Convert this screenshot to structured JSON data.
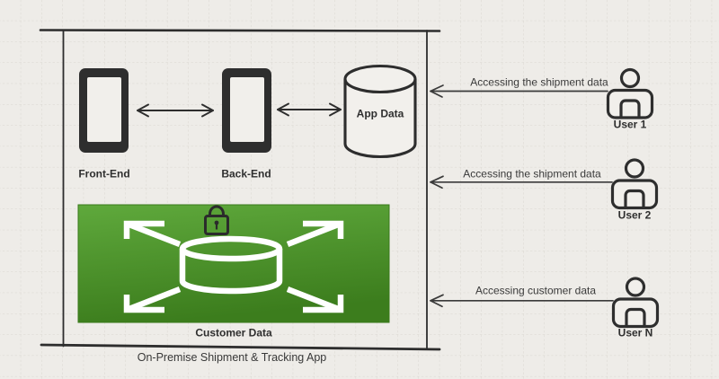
{
  "diagram": {
    "caption": "On-Premise Shipment & Tracking App",
    "nodes": {
      "front_end": {
        "label": "Front-End",
        "icon": "tablet-device-icon"
      },
      "back_end": {
        "label": "Back-End",
        "icon": "tablet-device-icon"
      },
      "app_data": {
        "label": "App Data",
        "icon": "database-cylinder-icon"
      },
      "customer_data": {
        "label": "Customer Data",
        "icon": "secured-scalable-datastore-icon",
        "badge_icon": "lock-icon",
        "colors": {
          "gradient_top": "#5fa93c",
          "gradient_bottom": "#3c7d1d",
          "border": "#3a7a1b"
        }
      }
    },
    "users": [
      {
        "label": "User 1",
        "icon": "person-icon",
        "arrow_label": "Accessing the shipment data"
      },
      {
        "label": "User 2",
        "icon": "person-icon",
        "arrow_label": "Accessing the shipment data"
      },
      {
        "label": "User N",
        "icon": "person-icon",
        "arrow_label": "Accessing customer data"
      }
    ],
    "style": {
      "background": "#eeece8",
      "grid_line": "#d9d6d0",
      "stroke": "#2d2d2d",
      "text": "#2f2f2f"
    }
  }
}
